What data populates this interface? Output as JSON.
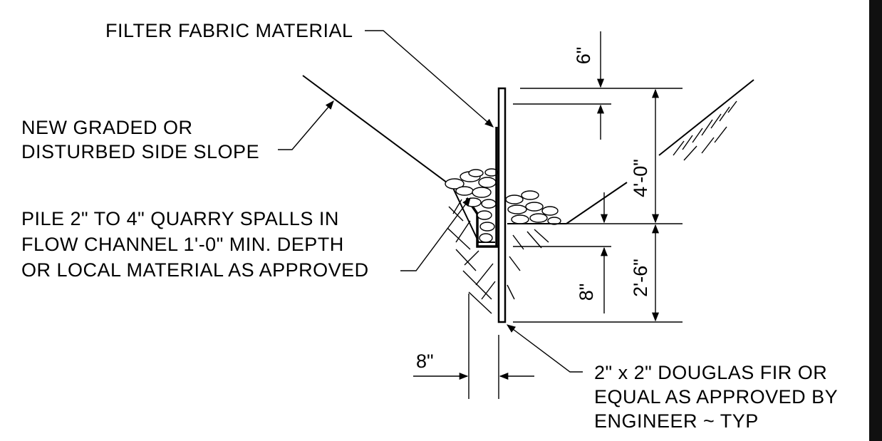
{
  "labels": {
    "filter_fabric": "FILTER FABRIC MATERIAL",
    "side_slope_line1": "NEW GRADED OR",
    "side_slope_line2": "DISTURBED SIDE SLOPE",
    "quarry_line1": "PILE 2\" TO 4\" QUARRY SPALLS IN",
    "quarry_line2": "FLOW CHANNEL 1'-0\" MIN. DEPTH",
    "quarry_line3": "OR LOCAL MATERIAL AS APPROVED",
    "stake_line1": "2\" x 2\" DOUGLAS FIR OR",
    "stake_line2": "EQUAL AS APPROVED BY",
    "stake_line3": "ENGINEER ~ TYP"
  },
  "dimensions": {
    "top_gap": "6\"",
    "fence_height": "4'-0\"",
    "embed_depth": "2'-6\"",
    "trench_depth": "8\"",
    "trench_width": "8\""
  }
}
